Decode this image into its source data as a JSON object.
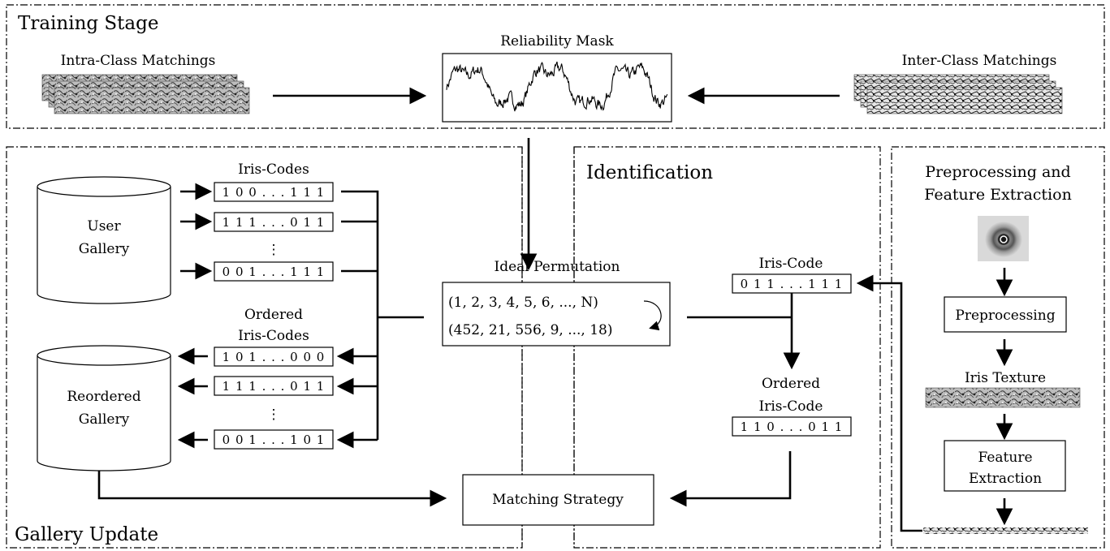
{
  "sections": {
    "training": "Training Stage",
    "gallery_update": "Gallery Update",
    "identification": "Identification",
    "preprocessing_line1": "Preprocessing and",
    "preprocessing_line2": "Feature Extraction"
  },
  "training": {
    "intra_label": "Intra-Class Matchings",
    "mask_label": "Reliability Mask",
    "inter_label": "Inter-Class Matchings"
  },
  "gallery": {
    "user_line1": "User",
    "user_line2": "Gallery",
    "reordered_line1": "Reordered",
    "reordered_line2": "Gallery",
    "iris_codes_label": "Iris-Codes",
    "ordered_line1": "Ordered",
    "ordered_line2": "Iris-Codes",
    "codes": [
      "1 0 0 . . . 1 1 1",
      "1 1 1 . . . 0 1 1",
      "0 0 1 . . . 1 1 1"
    ],
    "ordered_codes": [
      "1 0 1 . . . 0 0 0",
      "1 1 1 . . . 0 1 1",
      "0 0 1 . . . 1 0 1"
    ],
    "vdots": "⋮"
  },
  "permutation": {
    "label": "Ideal Permutation",
    "row1": "(1, 2, 3, 4, 5, 6, ..., N)",
    "row2": "(452, 21, 556, 9, ..., 18)"
  },
  "identification": {
    "code_label": "Iris-Code",
    "code": "0 1 1 . . . 1 1 1",
    "ordered_line1": "Ordered",
    "ordered_line2": "Iris-Code",
    "ordered_code": "1 1 0 . . . 0 1 1"
  },
  "matching": {
    "label": "Matching Strategy"
  },
  "preprocessing": {
    "step1": "Preprocessing",
    "texture_label": "Iris Texture",
    "step2_line1": "Feature",
    "step2_line2": "Extraction"
  }
}
